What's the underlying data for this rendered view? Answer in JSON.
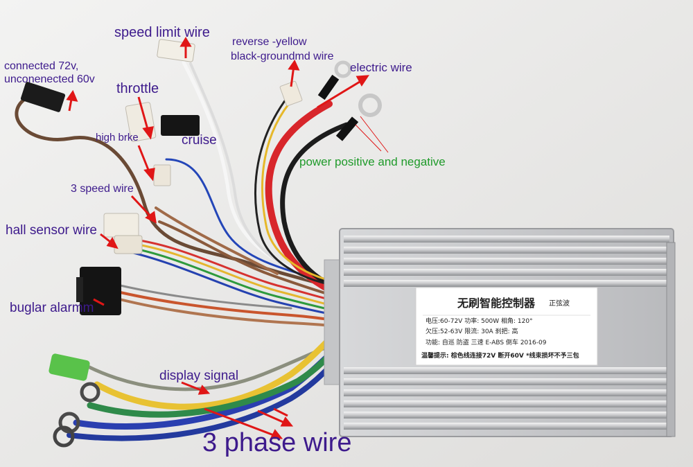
{
  "labels": {
    "speed_limit": "speed limit wire",
    "connected_72v": "connected 72v,",
    "unconnected_60v": "unconenected 60v",
    "throttle": "throttle",
    "reverse_yellow": "reverse -yellow",
    "black_ground": "black-groundmd wire",
    "electric": "electric wire",
    "high_brake": "high brke",
    "cruise": "cruise",
    "power": "power positive and negative",
    "three_speed": "3 speed wire",
    "hall_sensor": "hall sensor wire",
    "buglar_alarm": "buglar alarmm",
    "display_signal": "display signal",
    "three_phase": "3 phase wire"
  },
  "sticker": {
    "title": "无刷智能控制器",
    "wave": "正弦波",
    "spec_row1": "电压:60-72V  功率: 500W    相角: 120°",
    "spec_row2": "欠压:52-63V  限流: 30A      刹把: 高",
    "func_row": "功能: 自巡  防盗  三速  E-ABS  倒车   2016-09",
    "warning_row": "温馨提示: 棕色线连接72V  断开60V  *线束损坏不予三包"
  },
  "colors": {
    "annotation_text": "#3d1a8c",
    "power_text": "#1f9a2a",
    "arrow": "#e01616",
    "background": "#ececeb"
  }
}
